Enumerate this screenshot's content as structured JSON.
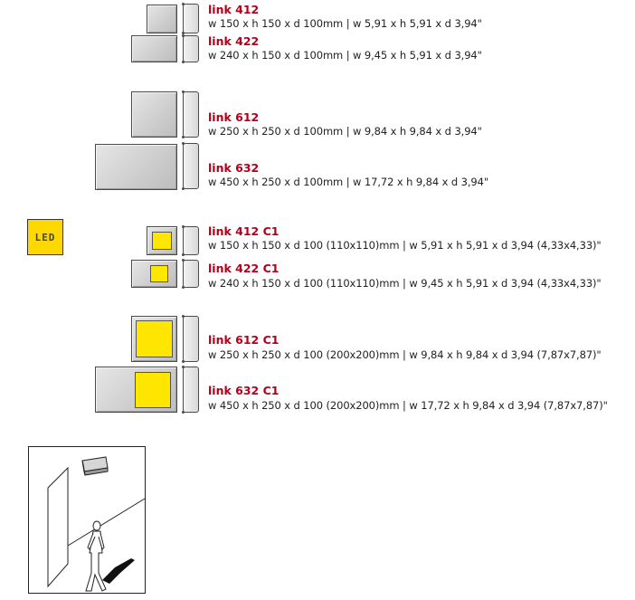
{
  "products": [
    {
      "title": "link 412",
      "dims": "w 150 x h 150 x d 100mm | w 5,91 x h 5,91 x d 3,94\""
    },
    {
      "title": "link 422",
      "dims": "w 240 x h 150 x d 100mm | w 9,45 x h 5,91 x d 3,94\""
    },
    {
      "title": "link 612",
      "dims": "w 250 x h 250 x d 100mm | w 9,84 x h 9,84 x d 3,94\""
    },
    {
      "title": "link 632",
      "dims": "w 450 x h 250 x d 100mm | w 17,72 x h 9,84 x d 3,94\""
    },
    {
      "title": "link 412 C1",
      "dims": "w 150 x h 150 x d 100  (110x110)mm | w 5,91 x h 5,91 x d 3,94 (4,33x4,33)\""
    },
    {
      "title": "link 422 C1",
      "dims": "w 240 x h 150 x d 100 (110x110)mm | w 9,45 x h 5,91 x d 3,94 (4,33x4,33)\""
    },
    {
      "title": "link 612 C1",
      "dims": "w 250 x h 250 x d 100 (200x200)mm | w 9,84 x h 9,84 x d 3,94 (7,87x7,87)\""
    },
    {
      "title": "link 632 C1",
      "dims": "w 450 x h 250 x d 100 (200x200)mm | w 17,72 x h 9,84 x d 3,94 (7,87x7,87)\""
    }
  ],
  "led_badge": "LED",
  "colors": {
    "title_red": "#b3001b",
    "led_yellow": "#ffe600",
    "panel_grey": "#cfcfcf"
  },
  "icons": {
    "badge": "led-badge-icon",
    "scene": "installation-scene-illustration"
  }
}
